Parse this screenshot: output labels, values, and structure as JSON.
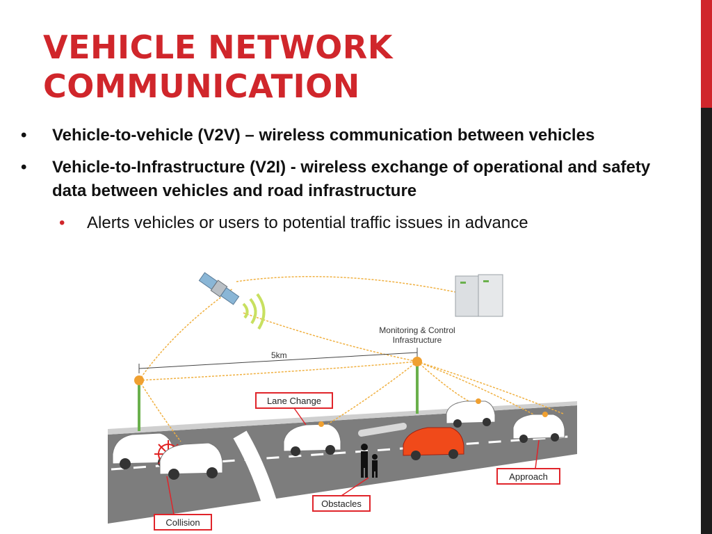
{
  "slide": {
    "title_line1": "Vehicle Network",
    "title_line2": "Communication",
    "bullets": [
      {
        "marker": "•",
        "text": "Vehicle-to-vehicle (V2V) – wireless communication between vehicles"
      },
      {
        "marker": "•",
        "text": "Vehicle-to-Infrastructure (V2I) -  wireless exchange of operational and safety data between vehicles and road infrastructure"
      }
    ],
    "sub_bullet": {
      "marker": "•",
      "text": "Alerts vehicles or users to potential traffic issues in advance"
    }
  },
  "figure": {
    "infrastructure_label_line1": "Monitoring & Control",
    "infrastructure_label_line2": "Infrastructure",
    "distance_label": "5km",
    "tags": {
      "lane_change": "Lane Change",
      "collision": "Collision",
      "obstacles": "Obstacles",
      "approach": "Approach"
    }
  },
  "colors": {
    "accent_red": "#d0262b",
    "sidebar_dark": "#1c1c1c",
    "signal_orange": "#f0a030",
    "antenna_green": "#6ab04c",
    "road_gray": "#808080"
  }
}
